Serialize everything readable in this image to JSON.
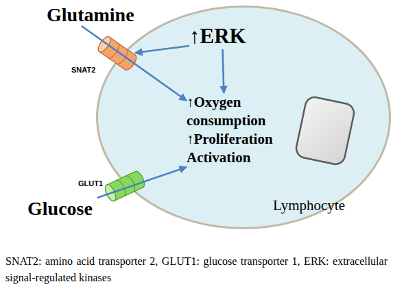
{
  "diagram": {
    "caption": "SNAT2: amino acid transporter 2, GLUT1: glucose transporter 1, ERK: extracellular signal-regulated kinases",
    "nodes": [
      {
        "text": [
          "Lymphocyte"
        ]
      },
      {
        "text": [
          "Glutamine"
        ]
      },
      {
        "text": [
          "SNAT2"
        ]
      },
      {
        "text": [
          "↑ERK"
        ],
        "in": 0
      },
      {
        "text": [
          "↑Oxygen consumption",
          "↑Proliferation",
          "Activation"
        ],
        "in": 0
      },
      {
        "text": [
          "GLUT1"
        ]
      },
      {
        "text": [
          "Glucose"
        ]
      }
    ],
    "edges": [
      {
        "from": 3,
        "to": 2,
        "arrow": "to"
      },
      {
        "from": 3,
        "to": 4,
        "arrow": "to"
      },
      {
        "from": 1,
        "to": 4,
        "arrow": "to"
      },
      {
        "from": 6,
        "to": 4,
        "arrow": "to"
      }
    ]
  }
}
